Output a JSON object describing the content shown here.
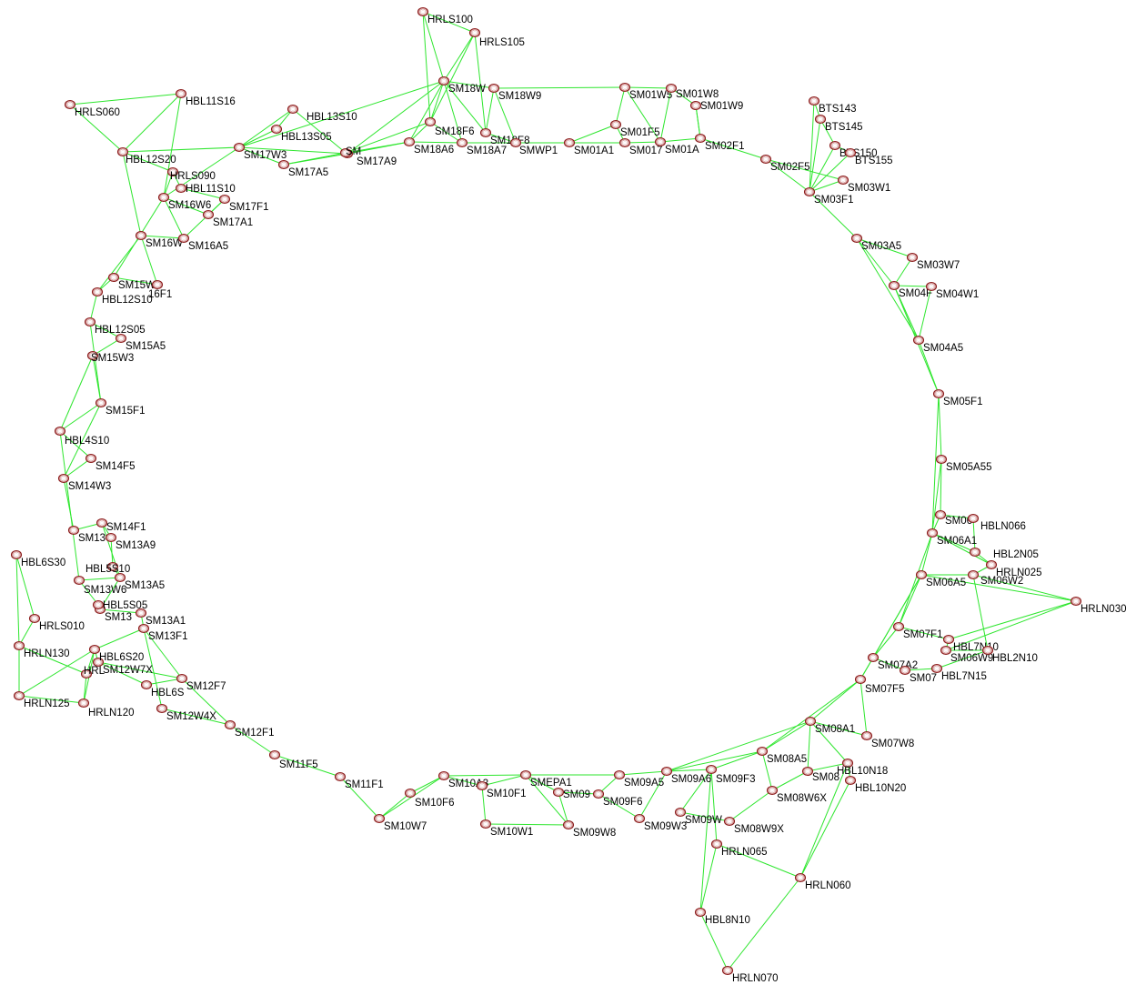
{
  "diagram": {
    "background": "#ffffff",
    "edge_color": "#2ee62e",
    "node_color": "#d9a3a3",
    "node_outline": "#8b1c1c",
    "node_icon": "router-icon",
    "nodes": [
      {
        "id": "HRLS100",
        "label": "HRLS100"
      },
      {
        "id": "HRLS105",
        "label": "HRLS105"
      },
      {
        "id": "SM18W",
        "label": "SM18W"
      },
      {
        "id": "SM18W9",
        "label": "SM18W9"
      },
      {
        "id": "SM18F6",
        "label": "SM18F6"
      },
      {
        "id": "SM18F8",
        "label": "SM18F8"
      },
      {
        "id": "SM18A6",
        "label": "SM18A6"
      },
      {
        "id": "SM18A7",
        "label": "SM18A7"
      },
      {
        "id": "SMWP1",
        "label": "SMWP1"
      },
      {
        "id": "SM01W5",
        "label": "SM01W5"
      },
      {
        "id": "SM01W8",
        "label": "SM01W8"
      },
      {
        "id": "SM01W9",
        "label": "SM01W9"
      },
      {
        "id": "SM01F5",
        "label": "SM01F5"
      },
      {
        "id": "SM01A1",
        "label": "SM01A1"
      },
      {
        "id": "SM017",
        "label": "SM017"
      },
      {
        "id": "SM01A",
        "label": "SM01A"
      },
      {
        "id": "SM02F1",
        "label": "SM02F1"
      },
      {
        "id": "SM02F5",
        "label": "SM02F5"
      },
      {
        "id": "BTS143",
        "label": "BTS143"
      },
      {
        "id": "BTS145",
        "label": "BTS145"
      },
      {
        "id": "BTS150",
        "label": "BTS150"
      },
      {
        "id": "BTS155",
        "label": "BTS155"
      },
      {
        "id": "SM03W1",
        "label": "SM03W1"
      },
      {
        "id": "SM03F1",
        "label": "SM03F1"
      },
      {
        "id": "SM03A5",
        "label": "SM03A5"
      },
      {
        "id": "SM03W7",
        "label": "SM03W7"
      },
      {
        "id": "SM04F",
        "label": "SM04F"
      },
      {
        "id": "SM04W1",
        "label": "SM04W1"
      },
      {
        "id": "SM04A5",
        "label": "SM04A5"
      },
      {
        "id": "SM05F1",
        "label": "SM05F1"
      },
      {
        "id": "SM05A5",
        "label": "SM05A55"
      },
      {
        "id": "SM06F1",
        "label": "SM06"
      },
      {
        "id": "HBLN066",
        "label": "HBLN066"
      },
      {
        "id": "SM06A1",
        "label": "SM06A1"
      },
      {
        "id": "HBL2N05",
        "label": "HBL2N05"
      },
      {
        "id": "HRLN025",
        "label": "HRLN025"
      },
      {
        "id": "SM06A5",
        "label": "SM06A5"
      },
      {
        "id": "SM06W2",
        "label": "SM06W2"
      },
      {
        "id": "HRLN030",
        "label": "HRLN030"
      },
      {
        "id": "SM07F1",
        "label": "SM07F1"
      },
      {
        "id": "HBL7N10",
        "label": "HBL7N10"
      },
      {
        "id": "SM06W9",
        "label": "SM06W9"
      },
      {
        "id": "HBL2N10",
        "label": "HBL2N10"
      },
      {
        "id": "SM07A2",
        "label": "SM07A2"
      },
      {
        "id": "SM07",
        "label": "SM07"
      },
      {
        "id": "HBL7N15",
        "label": "HBL7N15"
      },
      {
        "id": "SM07F5",
        "label": "SM07F5"
      },
      {
        "id": "SM08A1",
        "label": "SM08A1"
      },
      {
        "id": "SM07W8",
        "label": "SM07W8"
      },
      {
        "id": "SM08A5",
        "label": "SM08A5"
      },
      {
        "id": "SM08",
        "label": "SM08"
      },
      {
        "id": "HBL10N18",
        "label": "HBL10N18"
      },
      {
        "id": "HBL10N20",
        "label": "HBL10N20"
      },
      {
        "id": "SM08W6X",
        "label": "SM08W6X"
      },
      {
        "id": "SM08W9X",
        "label": "SM08W9X"
      },
      {
        "id": "HRLN065",
        "label": "HRLN065"
      },
      {
        "id": "HRLN060",
        "label": "HRLN060"
      },
      {
        "id": "HBL8N10",
        "label": "HBL8N10"
      },
      {
        "id": "HRLN070",
        "label": "HRLN070"
      },
      {
        "id": "SM09A6",
        "label": "SM09A6"
      },
      {
        "id": "SM09F3",
        "label": "SM09F3"
      },
      {
        "id": "SM09W",
        "label": "SM09W"
      },
      {
        "id": "SM09A5",
        "label": "SM09A5"
      },
      {
        "id": "SM09F6",
        "label": "SM09F6"
      },
      {
        "id": "SM09W3",
        "label": "SM09W3"
      },
      {
        "id": "SMEPA1",
        "label": "SMEPA1"
      },
      {
        "id": "SM09",
        "label": "SM09"
      },
      {
        "id": "SM09W8",
        "label": "SM09W8"
      },
      {
        "id": "SM10A3",
        "label": "SM10A3"
      },
      {
        "id": "SM10F1",
        "label": "SM10F1"
      },
      {
        "id": "SM10W1",
        "label": "SM10W1"
      },
      {
        "id": "SM10F6",
        "label": "SM10F6"
      },
      {
        "id": "SM10W7",
        "label": "SM10W7"
      },
      {
        "id": "SM11F1",
        "label": "SM11F1"
      },
      {
        "id": "SM11F5",
        "label": "SM11F5"
      },
      {
        "id": "SM12F1",
        "label": "SM12F1"
      },
      {
        "id": "SM12W4X",
        "label": "SM12W4X"
      },
      {
        "id": "SM12F7",
        "label": "SM12F7"
      },
      {
        "id": "HBL6S",
        "label": "HBL6S"
      },
      {
        "id": "SM12W7X",
        "label": "SM12W7X"
      },
      {
        "id": "HBL6S20",
        "label": "HBL6S20"
      },
      {
        "id": "HRL",
        "label": "HRL"
      },
      {
        "id": "HRLN130",
        "label": "HRLN130"
      },
      {
        "id": "HRLN125",
        "label": "HRLN125"
      },
      {
        "id": "HRLN120",
        "label": "HRLN120"
      },
      {
        "id": "HRLS010",
        "label": "HRLS010"
      },
      {
        "id": "HBL6S30",
        "label": "HBL6S30"
      },
      {
        "id": "SM13F1",
        "label": "SM13F1"
      },
      {
        "id": "SM13A1",
        "label": "SM13A1"
      },
      {
        "id": "SM13",
        "label": "SM13"
      },
      {
        "id": "HBL5S05",
        "label": "HBL5S05"
      },
      {
        "id": "SM13W6",
        "label": "SM13W6"
      },
      {
        "id": "SM13A5",
        "label": "SM13A5"
      },
      {
        "id": "HBL5S10",
        "label": "HBL5S10"
      },
      {
        "id": "SM13A9",
        "label": "SM13A9"
      },
      {
        "id": "SM14F1",
        "label": "SM14F1"
      },
      {
        "id": "SM13W",
        "label": "SM13"
      },
      {
        "id": "SM14W3",
        "label": "SM14W3"
      },
      {
        "id": "SM14F5",
        "label": "SM14F5"
      },
      {
        "id": "HBL4S10",
        "label": "HBL4S10"
      },
      {
        "id": "SM15F1",
        "label": "SM15F1"
      },
      {
        "id": "SM15W3",
        "label": "SM15W3"
      },
      {
        "id": "SM15A5",
        "label": "SM15A5"
      },
      {
        "id": "HBL12S05",
        "label": "HBL12S05"
      },
      {
        "id": "HBL12S10",
        "label": "HBL12S10"
      },
      {
        "id": "SM15W9",
        "label": "SM15W9"
      },
      {
        "id": "SM16F1",
        "label": "16F1"
      },
      {
        "id": "SM16W",
        "label": "SM16W"
      },
      {
        "id": "SM16A5",
        "label": "SM16A5"
      },
      {
        "id": "SM16W6",
        "label": "SM16W6"
      },
      {
        "id": "SM17A1",
        "label": "SM17A1"
      },
      {
        "id": "SM17F1",
        "label": "SM17F1"
      },
      {
        "id": "HBL11S10",
        "label": "HBL11S10"
      },
      {
        "id": "HRLS090",
        "label": "HRLS090"
      },
      {
        "id": "HBL12S20",
        "label": "HBL12S20"
      },
      {
        "id": "HRLS060",
        "label": "HRLS060"
      },
      {
        "id": "HBL11S16",
        "label": "HBL11S16"
      },
      {
        "id": "SM17W3",
        "label": "SM17W3"
      },
      {
        "id": "SM17A5",
        "label": "SM17A5"
      },
      {
        "id": "HBL13S05",
        "label": "HBL13S05"
      },
      {
        "id": "HBL13S10",
        "label": "HBL13S10"
      },
      {
        "id": "SM17A9",
        "label": "SM17A9"
      },
      {
        "id": "SM17A8",
        "label": "SM"
      }
    ],
    "edges": [
      [
        "HRLS100",
        "SM18W"
      ],
      [
        "HRLS105",
        "SM18W"
      ],
      [
        "HRLS100",
        "HRLS105"
      ],
      [
        "HRLS105",
        "SM18F8"
      ],
      [
        "HRLS105",
        "SM18F6"
      ],
      [
        "HRLS100",
        "SM18F6"
      ],
      [
        "SM18W",
        "SM18W9"
      ],
      [
        "SM18W",
        "SM18F6"
      ],
      [
        "SM18W",
        "SM18F8"
      ],
      [
        "SM18W",
        "SM18A6"
      ],
      [
        "SM18W",
        "SM18A7"
      ],
      [
        "SM18W",
        "SM17A9"
      ],
      [
        "SM18W",
        "SM17W3"
      ],
      [
        "SM18W9",
        "SM18F8"
      ],
      [
        "SM18W9",
        "SMWP1"
      ],
      [
        "SM18W9",
        "SM01W5"
      ],
      [
        "SM18F6",
        "SM18A6"
      ],
      [
        "SM18F6",
        "SM18A7"
      ],
      [
        "SM18F8",
        "SMWP1"
      ],
      [
        "SM18A6",
        "SM18A7"
      ],
      [
        "SM18A7",
        "SMWP1"
      ],
      [
        "SMWP1",
        "SM01A1"
      ],
      [
        "SM18A6",
        "SM17A9"
      ],
      [
        "SM18A6",
        "SM17A8"
      ],
      [
        "SM01A1",
        "SM01F5"
      ],
      [
        "SM01A1",
        "SM017"
      ],
      [
        "SM01F5",
        "SM01W5"
      ],
      [
        "SM01W5",
        "SM01W8"
      ],
      [
        "SM01W8",
        "SM01W9"
      ],
      [
        "SM01W9",
        "SM02F1"
      ],
      [
        "SM01F5",
        "SM017"
      ],
      [
        "SM017",
        "SM01A"
      ],
      [
        "SM01A",
        "SM02F1"
      ],
      [
        "SM01A",
        "SM01W8"
      ],
      [
        "SM01A",
        "SM01W5"
      ],
      [
        "SM02F1",
        "SM02F5"
      ],
      [
        "SM02F1",
        "SM01W9"
      ],
      [
        "SM02F5",
        "SM03F1"
      ],
      [
        "SM02F5",
        "SM03W1"
      ],
      [
        "SM03W1",
        "SM03F1"
      ],
      [
        "SM03F1",
        "BTS145"
      ],
      [
        "SM03F1",
        "BTS150"
      ],
      [
        "SM03F1",
        "BTS155"
      ],
      [
        "BTS143",
        "BTS145"
      ],
      [
        "BTS145",
        "BTS150"
      ],
      [
        "BTS150",
        "BTS155"
      ],
      [
        "BTS143",
        "SM03F1"
      ],
      [
        "SM03F1",
        "SM03A5"
      ],
      [
        "SM03A5",
        "SM04F"
      ],
      [
        "SM03A5",
        "SM03W7"
      ],
      [
        "SM03W7",
        "SM04F"
      ],
      [
        "SM04F",
        "SM04W1"
      ],
      [
        "SM04W1",
        "SM04A5"
      ],
      [
        "SM04F",
        "SM04A5"
      ],
      [
        "SM03A5",
        "SM04A5"
      ],
      [
        "SM04A5",
        "SM05F1"
      ],
      [
        "SM05F1",
        "SM05A5"
      ],
      [
        "SM04F",
        "SM05F1"
      ],
      [
        "SM05A5",
        "SM06F1"
      ],
      [
        "SM05A5",
        "SM06A1"
      ],
      [
        "SM05F1",
        "SM06A1"
      ],
      [
        "SM06F1",
        "HBLN066"
      ],
      [
        "SM06F1",
        "SM06A1"
      ],
      [
        "SM06A1",
        "HBL2N05"
      ],
      [
        "SM06A1",
        "HRLN025"
      ],
      [
        "SM06A1",
        "SM06A5"
      ],
      [
        "HBLN066",
        "HBL2N05"
      ],
      [
        "HBL2N05",
        "HRLN025"
      ],
      [
        "SM06A5",
        "SM06W2"
      ],
      [
        "SM06W2",
        "HRLN030"
      ],
      [
        "SM06A5",
        "HRLN030"
      ],
      [
        "HRLN025",
        "SM06W2"
      ],
      [
        "SM06A5",
        "SM07F1"
      ],
      [
        "SM06A5",
        "SM07A2"
      ],
      [
        "SM06A1",
        "SM07F1"
      ],
      [
        "SM07F1",
        "HBL7N10"
      ],
      [
        "HBL7N10",
        "SM06W9"
      ],
      [
        "SM06W9",
        "HBL2N10"
      ],
      [
        "HBL7N10",
        "HRLN030"
      ],
      [
        "SM06W9",
        "HRLN030"
      ],
      [
        "HBL2N10",
        "SM06W2"
      ],
      [
        "SM07F1",
        "SM07A2"
      ],
      [
        "SM07A2",
        "SM07"
      ],
      [
        "SM07",
        "HBL7N15"
      ],
      [
        "HBL7N15",
        "HBL2N10"
      ],
      [
        "SM07A2",
        "SM07F5"
      ],
      [
        "SM06A5",
        "SM07F5"
      ],
      [
        "SM07F5",
        "SM08A1"
      ],
      [
        "SM07F5",
        "SM07W8"
      ],
      [
        "SM07F5",
        "SM08A5"
      ],
      [
        "SM08A1",
        "SM08A5"
      ],
      [
        "SM08A1",
        "SM07W8"
      ],
      [
        "SM08A1",
        "SM08"
      ],
      [
        "SM08A1",
        "HBL10N18"
      ],
      [
        "SM08A5",
        "SM08W6X"
      ],
      [
        "SM08A5",
        "SM09A6"
      ],
      [
        "SM08A5",
        "SM09F3"
      ],
      [
        "SM08",
        "HBL10N18"
      ],
      [
        "HBL10N18",
        "HBL10N20"
      ],
      [
        "SM08",
        "SM08W6X"
      ],
      [
        "SM08W6X",
        "SM08W9X"
      ],
      [
        "SM08W9X",
        "SM09W"
      ],
      [
        "SM09W",
        "SM09F3"
      ],
      [
        "HBL10N20",
        "HRLN060"
      ],
      [
        "HBL10N18",
        "HRLN060"
      ],
      [
        "HRLN060",
        "HRLN065"
      ],
      [
        "HRLN060",
        "HRLN070"
      ],
      [
        "HRLN065",
        "HBL8N10"
      ],
      [
        "HRLN065",
        "SM09F3"
      ],
      [
        "HBL8N10",
        "HRLN070"
      ],
      [
        "HBL8N10",
        "SM09F3"
      ],
      [
        "SM09A6",
        "SM09F3"
      ],
      [
        "SM09A6",
        "SM09A5"
      ],
      [
        "SM09A6",
        "SM09W3"
      ],
      [
        "SM09A6",
        "SM08A1"
      ],
      [
        "SM09A5",
        "SM09F6"
      ],
      [
        "SM09A5",
        "SMEPA1"
      ],
      [
        "SM09F6",
        "SM09W3"
      ],
      [
        "SM09F6",
        "SM09"
      ],
      [
        "SMEPA1",
        "SM09"
      ],
      [
        "SMEPA1",
        "SM09W8"
      ],
      [
        "SM09",
        "SM09W8"
      ],
      [
        "SMEPA1",
        "SM10A3"
      ],
      [
        "SMEPA1",
        "SM10F1"
      ],
      [
        "SM10A3",
        "SM10F1"
      ],
      [
        "SM10F1",
        "SM10W1"
      ],
      [
        "SM10W1",
        "SM09W8"
      ],
      [
        "SM10A3",
        "SM10F6"
      ],
      [
        "SM10F6",
        "SM10W7"
      ],
      [
        "SM10A3",
        "SM10W7"
      ],
      [
        "SM10W7",
        "SM11F1"
      ],
      [
        "SM11F1",
        "SM11F5"
      ],
      [
        "SM11F5",
        "SM12F1"
      ],
      [
        "SM12F1",
        "SM12W4X"
      ],
      [
        "SM12F1",
        "SM12F7"
      ],
      [
        "SM12F7",
        "HBL6S"
      ],
      [
        "SM12F7",
        "SM12W7X"
      ],
      [
        "SM12F7",
        "SM13F1"
      ],
      [
        "HBL6S",
        "SM12W7X"
      ],
      [
        "SM12W7X",
        "HBL6S20"
      ],
      [
        "HBL6S20",
        "HRL"
      ],
      [
        "HRL",
        "HRLN130"
      ],
      [
        "HRL",
        "HRLN120"
      ],
      [
        "HRLN130",
        "HRLN125"
      ],
      [
        "HRLN125",
        "HRLN120"
      ],
      [
        "HRLN130",
        "HRLS010"
      ],
      [
        "HRLS010",
        "HBL6S30"
      ],
      [
        "HBL6S30",
        "HRLN130"
      ],
      [
        "HBL6S20",
        "HRLN120"
      ],
      [
        "HBL6S20",
        "HRLN125"
      ],
      [
        "SM12W4X",
        "SM13F1"
      ],
      [
        "SM13F1",
        "SM13A1"
      ],
      [
        "SM13F1",
        "HBL6S20"
      ],
      [
        "SM13A1",
        "SM13"
      ],
      [
        "SM13",
        "HBL5S05"
      ],
      [
        "HBL5S05",
        "SM13W6"
      ],
      [
        "SM13W6",
        "SM13A5"
      ],
      [
        "SM13A5",
        "HBL5S10"
      ],
      [
        "HBL5S10",
        "SM13A9"
      ],
      [
        "SM13A9",
        "SM14F1"
      ],
      [
        "SM14F1",
        "SM13W"
      ],
      [
        "SM13W",
        "SM14W3"
      ],
      [
        "SM14W3",
        "SM14F5"
      ],
      [
        "SM14F5",
        "HBL4S10"
      ],
      [
        "HBL4S10",
        "SM15F1"
      ],
      [
        "SM15F1",
        "SM15W3"
      ],
      [
        "SM15W3",
        "SM15A5"
      ],
      [
        "SM15A5",
        "HBL12S05"
      ],
      [
        "HBL12S05",
        "HBL12S10"
      ],
      [
        "HBL12S10",
        "SM15W9"
      ],
      [
        "SM15W9",
        "SM16F1"
      ],
      [
        "SM16F1",
        "SM16W"
      ],
      [
        "SM16W",
        "SM16A5"
      ],
      [
        "SM16A5",
        "SM16W6"
      ],
      [
        "SM16W6",
        "SM17A1"
      ],
      [
        "SM17A1",
        "SM17F1"
      ],
      [
        "SM17F1",
        "HBL11S10"
      ],
      [
        "HBL11S10",
        "HRLS090"
      ],
      [
        "HRLS090",
        "HBL12S20"
      ],
      [
        "HBL12S20",
        "HRLS060"
      ],
      [
        "HRLS060",
        "HBL11S16"
      ],
      [
        "HBL11S16",
        "HBL12S20"
      ],
      [
        "HBL12S20",
        "SM17W3"
      ],
      [
        "SM17W3",
        "SM17A5"
      ],
      [
        "SM17W3",
        "HBL13S05"
      ],
      [
        "HBL13S05",
        "HBL13S10"
      ],
      [
        "SM17A5",
        "SM17A9"
      ],
      [
        "SM17A9",
        "SM17A8"
      ],
      [
        "SM17A5",
        "SM17A8"
      ],
      [
        "SM17W3",
        "SM17A9"
      ],
      [
        "HBL13S10",
        "SM17A8"
      ],
      [
        "SM13W6",
        "HBL4S10"
      ],
      [
        "SM14W3",
        "SM15F1"
      ],
      [
        "SM15W3",
        "HBL4S10"
      ],
      [
        "HBL12S10",
        "SM16W"
      ],
      [
        "SM15W9",
        "SM16W6"
      ],
      [
        "SM16W",
        "HBL12S20"
      ],
      [
        "SM16W6",
        "HRLS090"
      ],
      [
        "SM13",
        "SM13A5"
      ],
      [
        "SM14F1",
        "SM13A5"
      ],
      [
        "HBL12S05",
        "SM15F1"
      ],
      [
        "SM16A5",
        "SM17F1"
      ],
      [
        "HBL11S16",
        "SM16W6"
      ],
      [
        "SM17W3",
        "SM16W6"
      ],
      [
        "HBL13S10",
        "SM17W3"
      ],
      [
        "SM17A8",
        "SM18F6"
      ]
    ]
  }
}
